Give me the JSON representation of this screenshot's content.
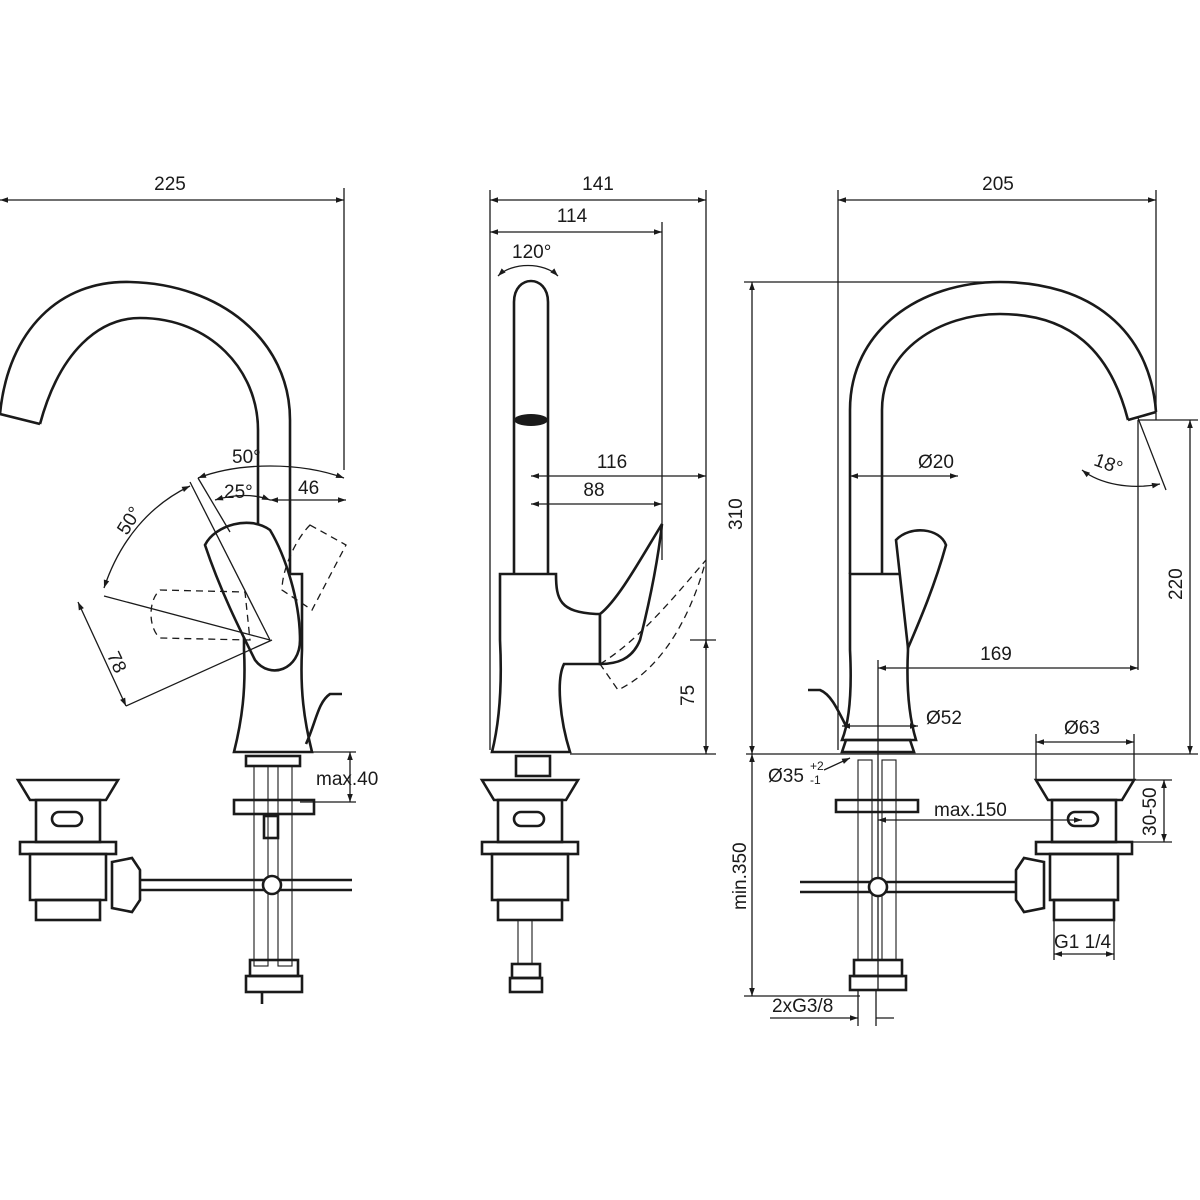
{
  "front_view": {
    "width_225": "225",
    "angle_50_top": "50°",
    "angle_25": "25°",
    "dim_46": "46",
    "angle_50_left": "50°",
    "dim_78": "78",
    "max_40": "max.40"
  },
  "side_view": {
    "width_141": "141",
    "width_114": "114",
    "rotation_120": "120°",
    "dim_116": "116",
    "dim_88": "88",
    "dim_75": "75"
  },
  "right_view": {
    "width_205": "205",
    "height_310": "310",
    "diameter_20": "Ø20",
    "angle_18": "18°",
    "height_220": "220",
    "dim_169": "169",
    "diameter_52": "Ø52",
    "diameter_63": "Ø63",
    "hole_35": "Ø35",
    "hole_35_tol_plus": "+2",
    "hole_35_tol_minus": "-1",
    "max_150": "max.150",
    "range_30_50": "30-50",
    "min_350": "min.350",
    "thread_g1": "G1 1/4",
    "thread_g38": "2xG3/8"
  }
}
